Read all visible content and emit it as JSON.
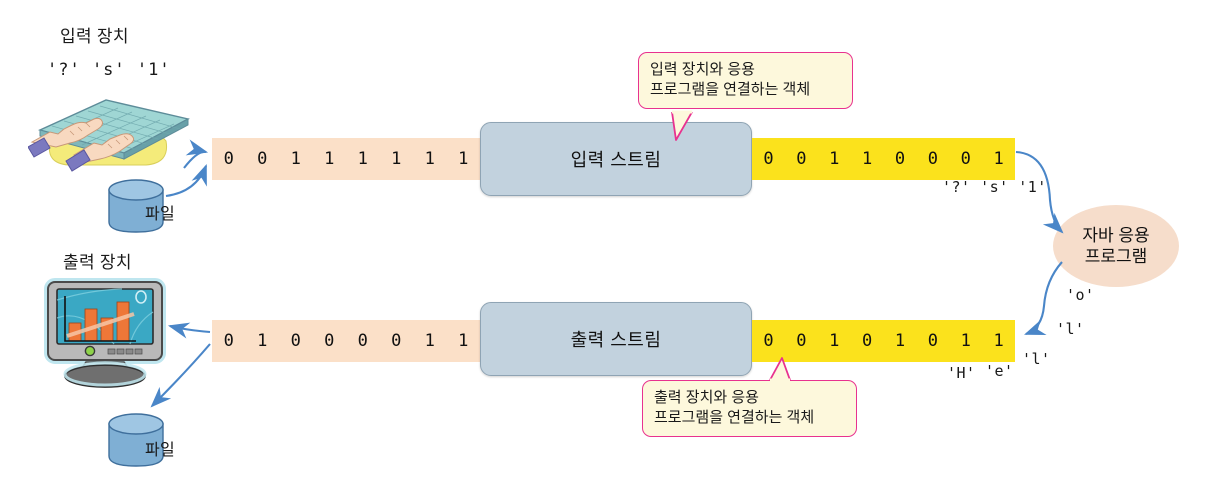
{
  "diagram": {
    "title_hidden": "",
    "input_device": {
      "label": "입력 장치",
      "chars": "'?' 's' '1'",
      "file_label": "파일",
      "keyboard_icon": "keyboard-with-hands-icon",
      "file_icon": "database-cylinder-icon"
    },
    "output_device": {
      "label": "출력 장치",
      "file_label": "파일",
      "monitor_icon": "crt-monitor-with-bar-chart-icon",
      "file_icon": "database-cylinder-icon"
    },
    "input_row": {
      "peach_bits": [
        "0",
        "0",
        "1",
        "1",
        "1",
        "1",
        "1",
        "1"
      ],
      "stream_label": "입력 스트림",
      "yellow_bits": [
        "0",
        "0",
        "1",
        "1",
        "0",
        "0",
        "0",
        "1"
      ],
      "decoded_chars": "'?' 's' '1'"
    },
    "output_row": {
      "peach_bits": [
        "0",
        "1",
        "0",
        "0",
        "0",
        "0",
        "1",
        "1"
      ],
      "stream_label": "출력 스트림",
      "yellow_bits": [
        "0",
        "0",
        "1",
        "0",
        "1",
        "0",
        "1",
        "1"
      ],
      "decoded_chars": [
        "'o'",
        "'l'",
        "'l'",
        "'H'",
        "'e'"
      ]
    },
    "callout_input": {
      "line1": "입력 장치와 응용",
      "line2": "프로그램을 연결하는 객체"
    },
    "callout_output": {
      "line1": "출력 장치와 응용",
      "line2": "프로그램을 연결하는 객체"
    },
    "java_app": {
      "line1": "자바 응용",
      "line2": "프로그램"
    },
    "colors": {
      "peach_bar": "#fbe0c8",
      "yellow_bar": "#fbe21c",
      "stream_box": "#c2d2de",
      "stream_border": "#8fa4b4",
      "callout_bg": "#fdf8dc",
      "callout_border": "#e8328f",
      "ellipse_bg": "#f6ddcb",
      "arrow": "#4a86c8"
    }
  }
}
